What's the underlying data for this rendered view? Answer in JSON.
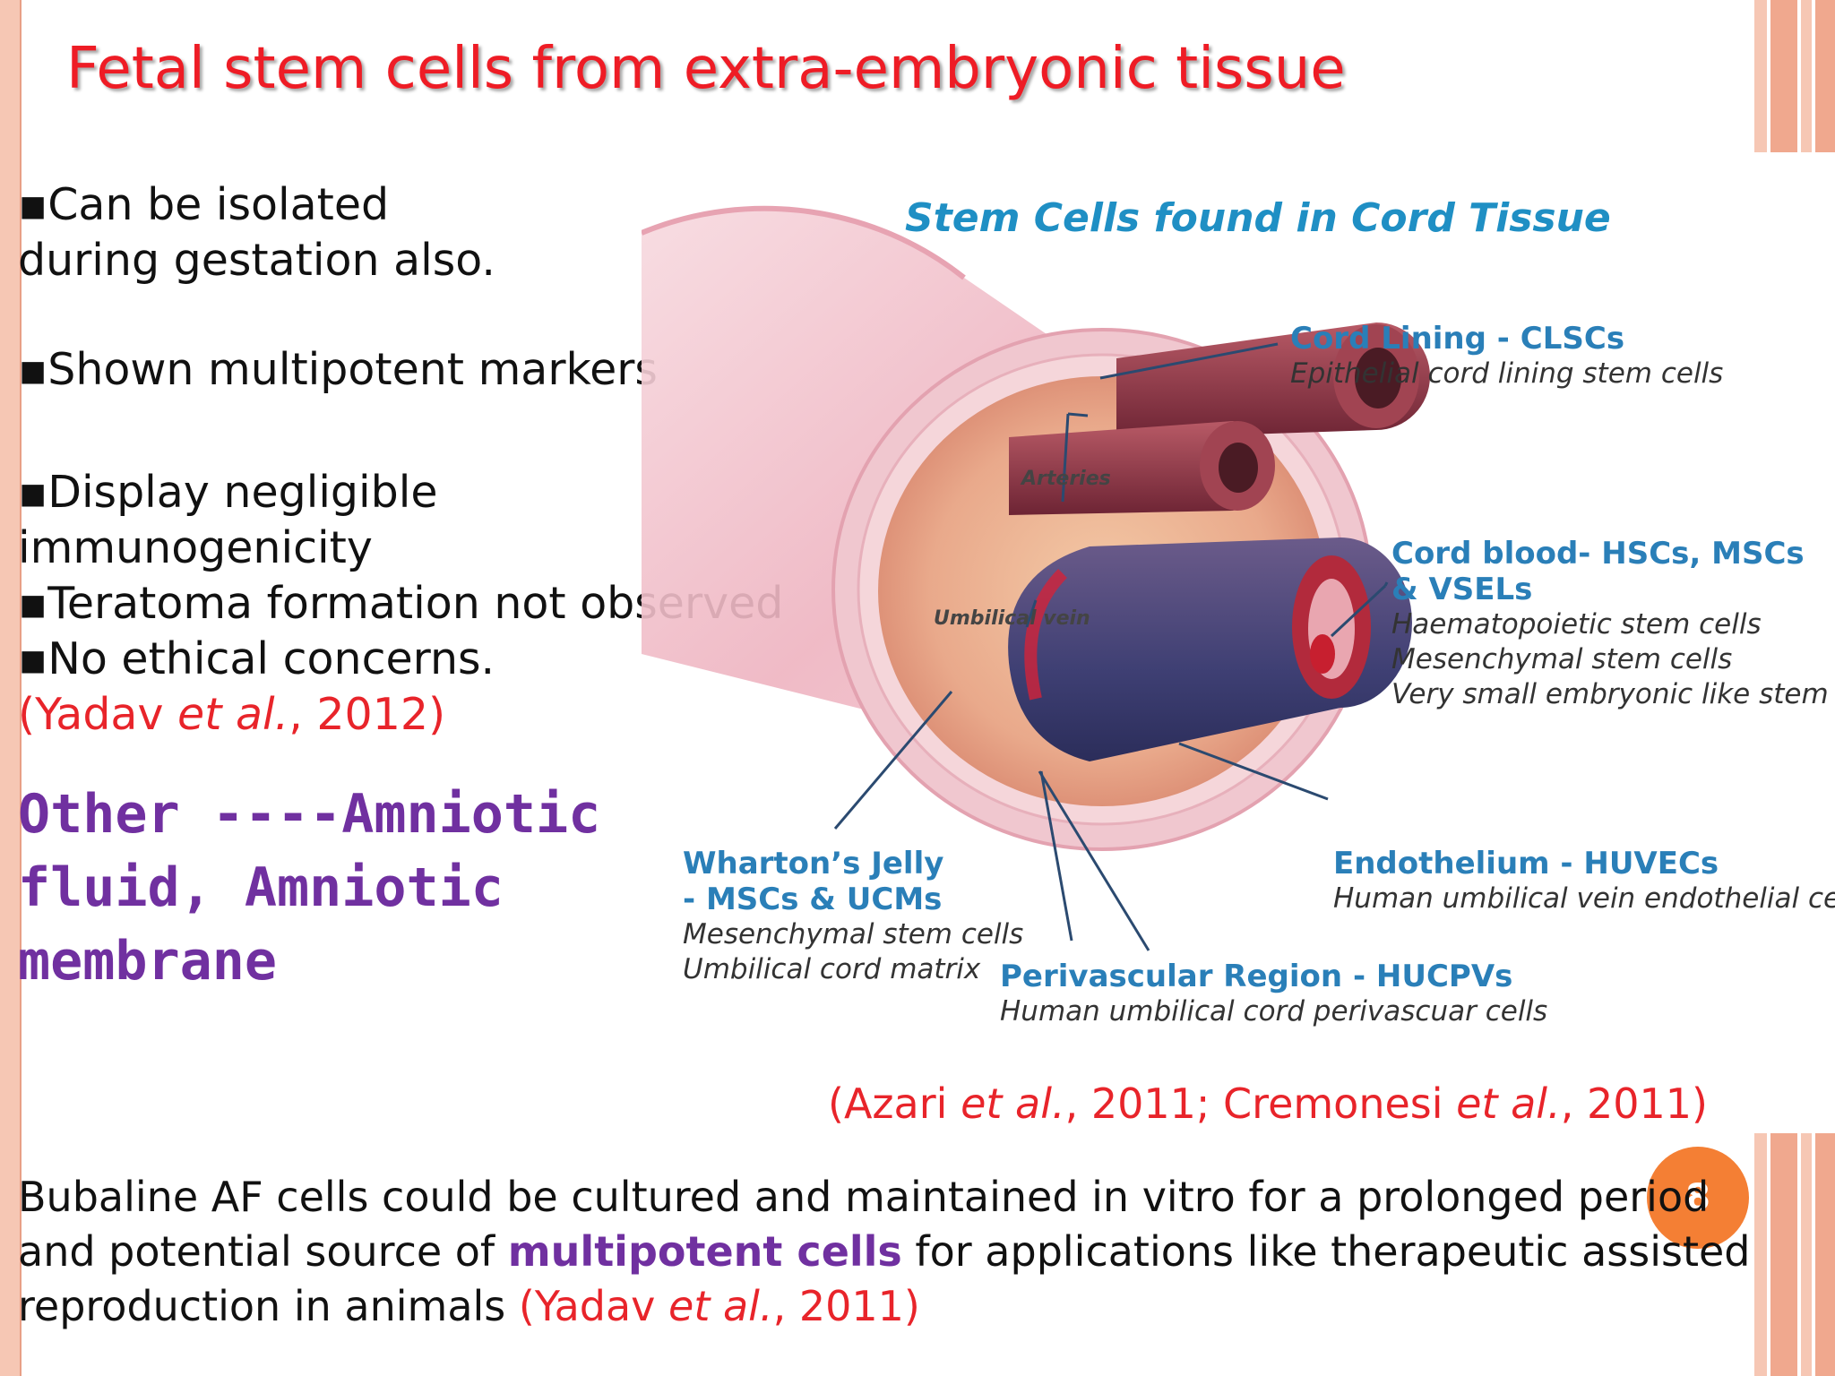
{
  "slide": {
    "title": "Fetal stem cells from extra-embryonic tissue",
    "bullets": [
      "▪Can be isolated during gestation also.",
      "▪Shown multipotent  markers",
      "▪Display negligible immunogenicity",
      "▪Teratoma formation not observed",
      "▪No ethical concerns."
    ],
    "ref1": {
      "open": "(Yadav ",
      "etal": "et al.",
      "close": ", 2012)"
    },
    "other": "Other ----Amniotic fluid, Amniotic membrane",
    "ref2": {
      "p1": "(Azari ",
      "etal1": "et al.",
      "p2": ", 2011; Cremonesi ",
      "etal2": "et al.",
      "p3": ", 2011)"
    },
    "bottom": {
      "t1": "Bubaline AF cells could be cultured and maintained in vitro for a prolonged period and potential source of ",
      "highlight": "multipotent  cells",
      "t2": " for applications like therapeutic assisted reproduction in animals ",
      "ref_open": "(Yadav ",
      "ref_etal": "et al.",
      "ref_close": ", 2011)"
    },
    "page_number": "8"
  },
  "figure": {
    "title": "Stem Cells found in Cord Tissue",
    "arteries_label": "Arteries",
    "vein_label": "Umbilical vein",
    "labels": {
      "cord_lining": {
        "head": "Cord Lining - CLSCs",
        "sub": [
          "Epithelial cord lining stem cells"
        ]
      },
      "cord_blood": {
        "head": [
          "Cord blood- HSCs, MSCs",
          "& VSELs"
        ],
        "sub": [
          "Haematopoietic stem cells",
          "Mesenchymal stem cells",
          "Very small embryonic like stem cells"
        ]
      },
      "wharton": {
        "head": [
          "Wharton’s Jelly",
          "- MSCs & UCMs"
        ],
        "sub": [
          "Mesenchymal stem cells",
          "Umbilical cord matrix"
        ]
      },
      "endothelium": {
        "head": "Endothelium - HUVECs",
        "sub": [
          "Human umbilical vein endothelial cells"
        ]
      },
      "perivascular": {
        "head": "Perivascular Region - HUCPVs",
        "sub": [
          "Human umbilical cord perivascuar cells"
        ]
      }
    }
  },
  "colors": {
    "title_red": "#ee1c25",
    "ref_red": "#e8242a",
    "purple": "#7030a0",
    "figure_blue": "#2a7fb8",
    "page_badge": "#f47f34"
  }
}
